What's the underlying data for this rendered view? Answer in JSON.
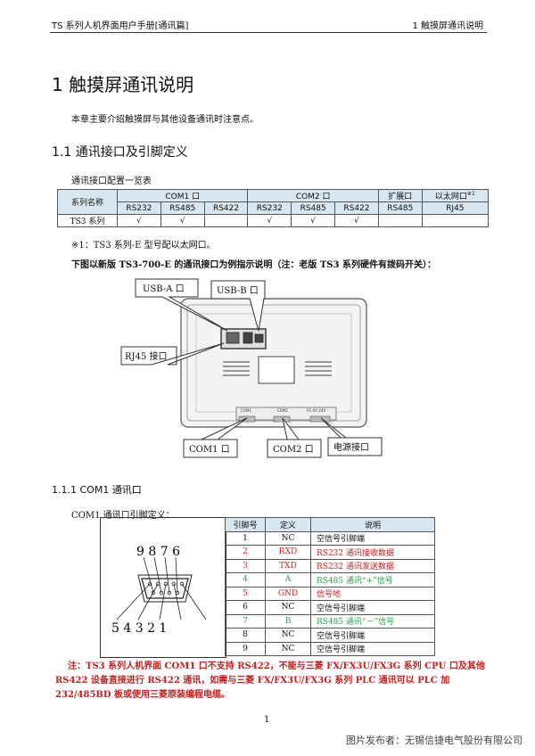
{
  "header": {
    "left": "TS 系列人机界面用户手册[通讯篇]",
    "right": "1  触摸屏通讯说明"
  },
  "chapter_title": "1  触摸屏通讯说明",
  "intro": "本章主要介绍触摸屏与其他设备通讯时注意点。",
  "section_title": "1.1  通讯接口及引脚定义",
  "config_table": {
    "caption": "通讯接口配置一览表",
    "col_series": "系列名称",
    "groups": [
      "COM1 口",
      "COM2 口",
      "扩展口",
      "以太网口"
    ],
    "ethernet_sup": "※1",
    "subheaders": [
      "RS232",
      "RS485",
      "RS422",
      "RS232",
      "RS485",
      "RS422",
      "RS485",
      "RJ45"
    ],
    "row": {
      "name": "TS3 系列",
      "cells": [
        "√",
        "√",
        "",
        "√",
        "√",
        "√",
        "",
        ""
      ]
    }
  },
  "note1": "※1：TS3 系列-E 型号配以太网口。",
  "figure_caption": "下图以新版 TS3-700-E 的通讯接口为例指示说明（注：老版 TS3 系列硬件有拨码开关）：",
  "figure": {
    "usb_a": "USB-A 口",
    "usb_b": "USB-B 口",
    "rj45": "RJ45 接口",
    "com1": "COM1 口",
    "com2": "COM2 口",
    "power": "电源接口",
    "silk_com1": "COM1",
    "silk_com2": "COM2",
    "silk_power": "FG 0V 24V"
  },
  "subsection_title": "1.1.1  COM1 通讯口",
  "pin_caption": "COM1 通讯口引脚定义：",
  "connector": {
    "top_pins": "9 8 7 6",
    "bottom_pins": "5  4  3  2  1"
  },
  "pin_table": {
    "headers": [
      "引脚号",
      "定义",
      "说明"
    ],
    "rows": [
      {
        "pin": "1",
        "def": "NC",
        "desc": "空信号引脚端",
        "color": "black"
      },
      {
        "pin": "2",
        "def": "RXD",
        "desc": "RS232 通讯接收数据",
        "color": "red"
      },
      {
        "pin": "3",
        "def": "TXD",
        "desc": "RS232 通讯发送数据",
        "color": "red"
      },
      {
        "pin": "4",
        "def": "A",
        "desc": "RS485 通讯“+”信号",
        "color": "green"
      },
      {
        "pin": "5",
        "def": "GND",
        "desc": "信号地",
        "color": "red"
      },
      {
        "pin": "6",
        "def": "NC",
        "desc": "空信号引脚端",
        "color": "black"
      },
      {
        "pin": "7",
        "def": "B",
        "desc": "RS485 通讯“－”信号",
        "color": "green"
      },
      {
        "pin": "8",
        "def": "NC",
        "desc": "空信号引脚端",
        "color": "black"
      },
      {
        "pin": "9",
        "def": "NC",
        "desc": "空信号引脚端",
        "color": "black"
      }
    ]
  },
  "warning": "注：TS3 系列人机界面 COM1 口不支持 RS422，不能与三菱 FX/FX3U/FX3G 系列 CPU 口及其他 RS422 设备直接进行 RS422 通讯，如需与三菱 FX/FX3U/FX3G 系列 PLC 通讯可以 PLC 加 232/485BD 板或使用三菱原装编程电缆。",
  "page_number": "1",
  "watermark": "图片发布者：无锡信捷电气股份有限公司"
}
